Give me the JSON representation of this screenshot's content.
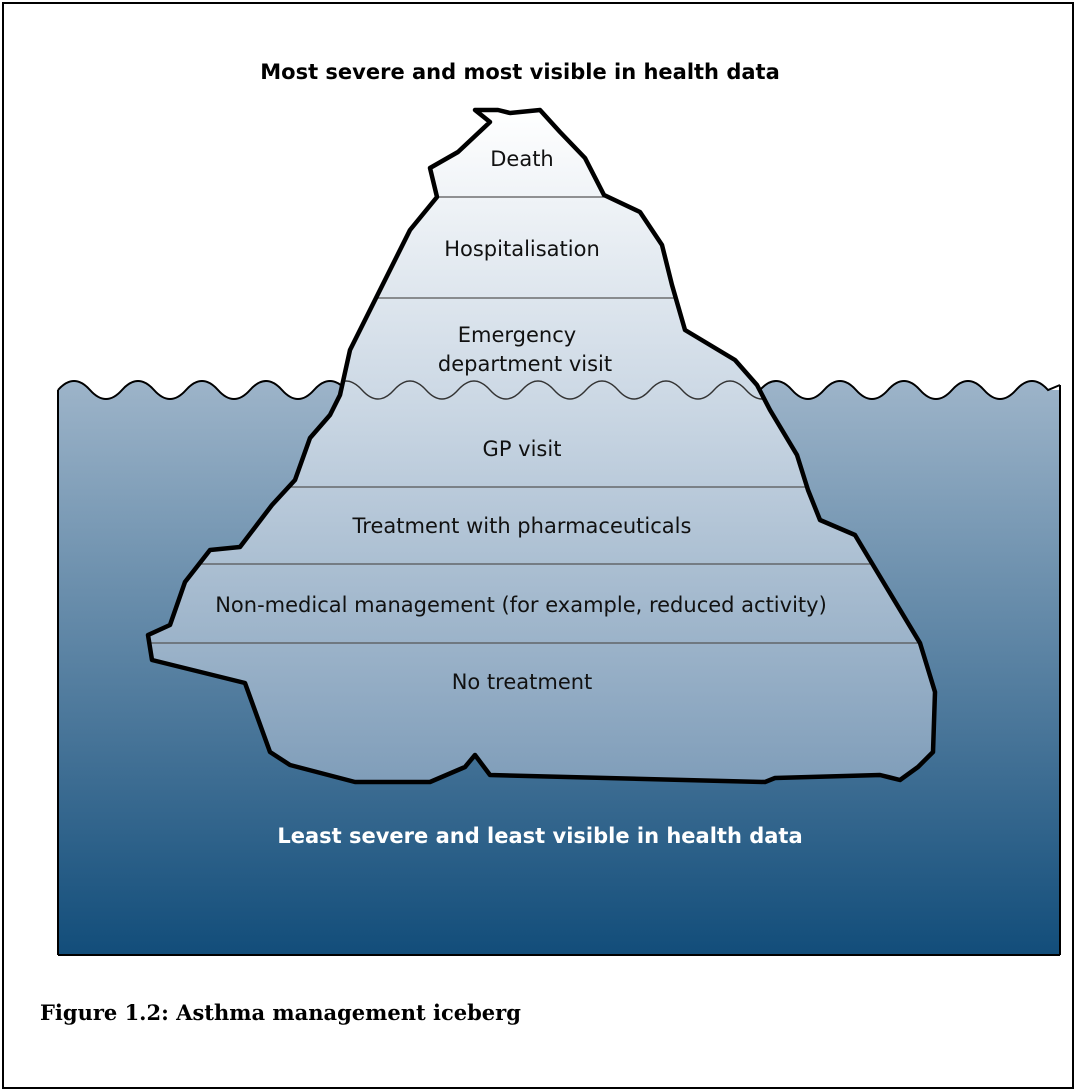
{
  "top_heading": "Most severe and most visible in health data",
  "bottom_heading": "Least severe and least visible in health data",
  "layers": [
    {
      "lines": [
        "Death"
      ]
    },
    {
      "lines": [
        "Hospitalisation"
      ]
    },
    {
      "lines": [
        "Emergency",
        "department visit"
      ]
    },
    {
      "lines": [
        "GP visit"
      ]
    },
    {
      "lines": [
        "Treatment with pharmaceuticals"
      ]
    },
    {
      "lines": [
        "Non-medical management (for example, reduced activity)"
      ]
    },
    {
      "lines": [
        "No treatment"
      ]
    }
  ],
  "caption": "Figure 1.2: Asthma management iceberg",
  "colors": {
    "water_top": "#9db4c9",
    "water_bottom": "#124d7a",
    "ice_top": "#ffffff",
    "ice_mid": "#c9d6e3",
    "ice_bottom": "#7f9db9",
    "outline": "#000000"
  }
}
